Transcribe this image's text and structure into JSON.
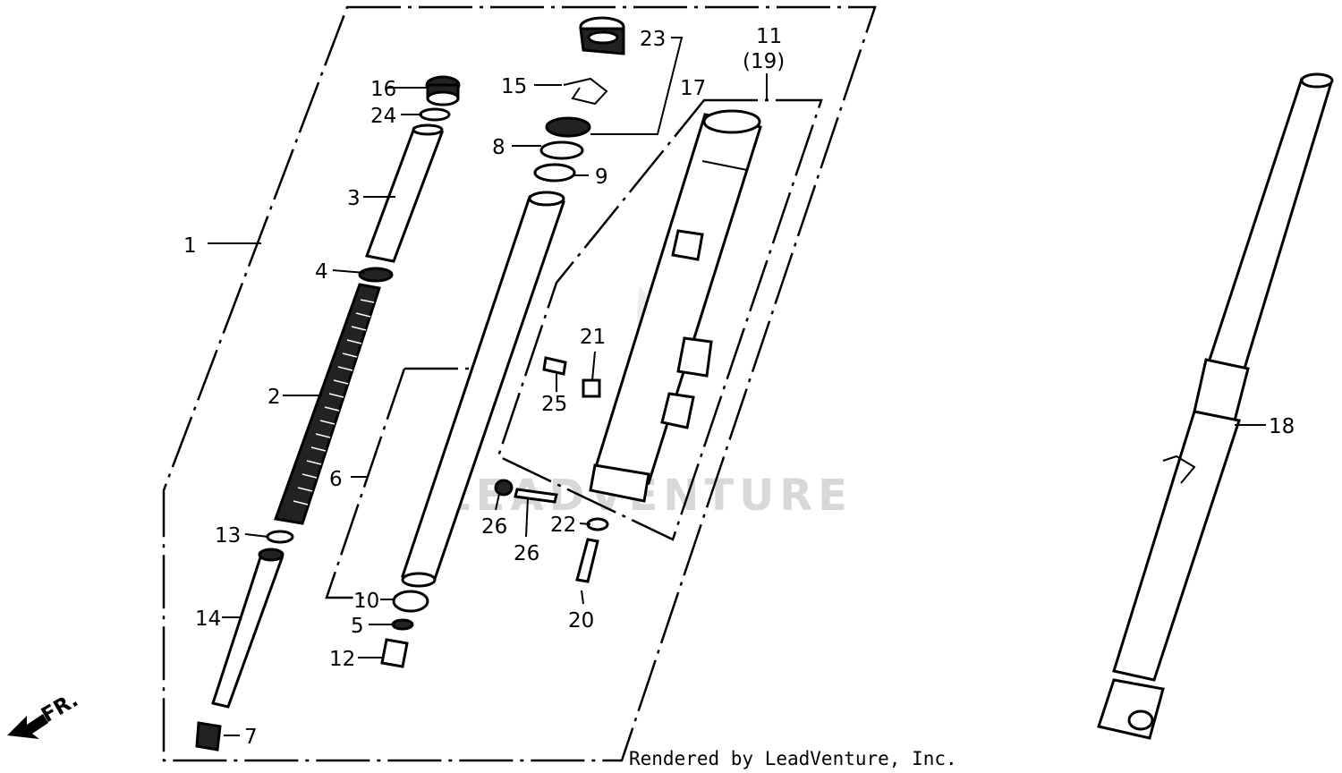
{
  "diagram": {
    "labels": {
      "p1": "1",
      "p2": "2",
      "p3": "3",
      "p4": "4",
      "p5": "5",
      "p6": "6",
      "p7": "7",
      "p8": "8",
      "p9": "9",
      "p10": "10",
      "p11": "11",
      "p11b": "(19)",
      "p12": "12",
      "p13": "13",
      "p14": "14",
      "p15": "15",
      "p16": "16",
      "p17": "17",
      "p18": "18",
      "p20": "20",
      "p21": "21",
      "p22": "22",
      "p23": "23",
      "p24": "24",
      "p25": "25",
      "p26a": "26",
      "p26b": "26"
    },
    "direction": "FR.",
    "watermark": "LEADVENTURE",
    "credit": "Rendered by LeadVenture, Inc."
  }
}
